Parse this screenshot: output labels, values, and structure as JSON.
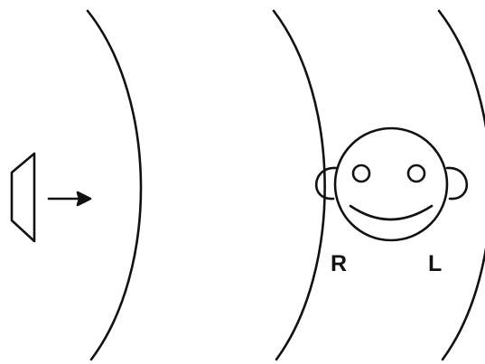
{
  "diagram": {
    "ear_labels": {
      "right": "R",
      "left": "L"
    },
    "elements": {
      "sound_source": "speaker-icon",
      "direction": "arrow-right-icon",
      "wavefronts": 3,
      "listener": "face-icon"
    },
    "colors": {
      "ink": "#111111",
      "background": "#ffffff"
    }
  }
}
